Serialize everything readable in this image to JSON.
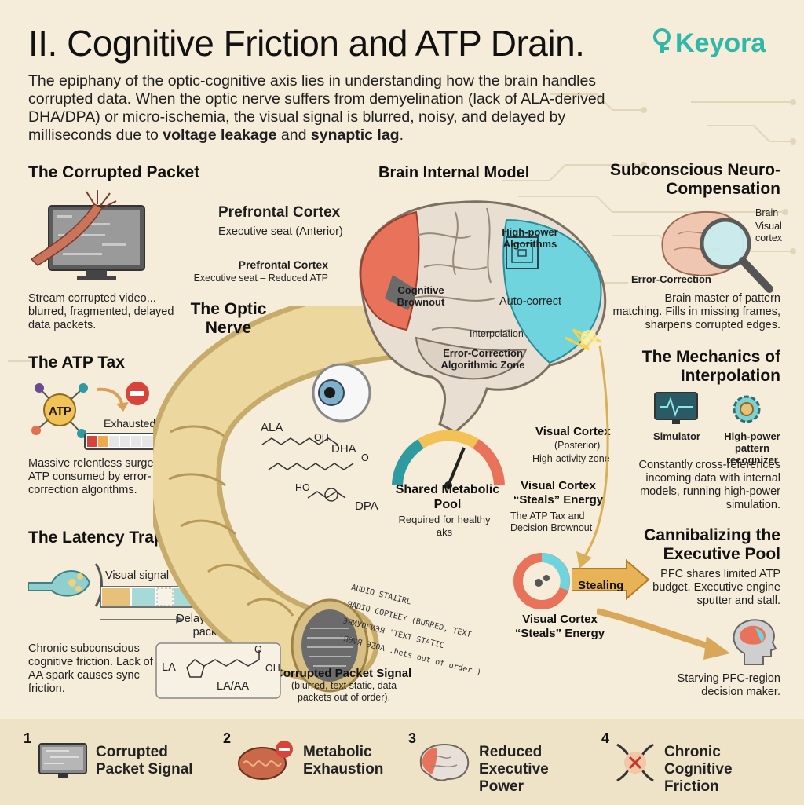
{
  "header": {
    "title": "II. Cognitive Friction and ATP Drain.",
    "logo": "Keyora",
    "intro_part1": "The epiphany of the optic-cognitive axis lies in understanding how the brain handles corrupted data. When the optic nerve suffers from demyelination (lack of ALA-derived DHA/DPA) or micro-ischemia, the visual signal is blurred, noisy, and delayed by milliseconds due to ",
    "intro_bold1": "voltage leakage",
    "intro_and": " and ",
    "intro_bold2": "synaptic lag",
    "intro_end": "."
  },
  "left": {
    "packet": {
      "title": "The Corrupted Packet",
      "text": "Stream corrupted video... blurred, fragmented, delayed data packets."
    },
    "atp": {
      "title": "The ATP Tax",
      "atp_label": "ATP",
      "battery_label": "Exhausted",
      "text": "Massive relentless surge of ATP consumed by error-correction algorithms."
    },
    "latency": {
      "title": "The Latency Trap",
      "signal_label": "Visual signal",
      "delayed_label": "Delayed data packet",
      "text": "Chronic subconscious cognitive friction. Lack of LA-AA spark causes sync friction."
    }
  },
  "center": {
    "brain_title": "Brain Internal Model",
    "pfc1_title": "Prefrontal Cortex",
    "pfc1_sub": "Executive seat (Anterior)",
    "pfc2_title": "Prefrontal Cortex",
    "pfc2_sub": "Executive seat – Reduced ATP",
    "brownout": "Cognitive Brownout",
    "algorithms": "High-power Algorithms",
    "autocorrect": "Auto-correct",
    "interpolation": "Interpolation",
    "ec_zone": "Error-Correction Algorithmic Zone",
    "optic_nerve": "The Optic Nerve",
    "ala": "ALA",
    "dha": "DHA",
    "dpa": "DPA",
    "oh1": "OH",
    "oh2": "O",
    "ho": "HO",
    "vc_title": "Visual Cortex",
    "vc_sub1": "(Posterior)",
    "vc_sub2": "High-activity zone",
    "pool_title": "Shared Metabolic Pool",
    "pool_sub": "Required for healthy aks",
    "steals_title": "Visual Cortex “Steals” Energy",
    "steals_sub": "The ATP Tax and Decision Brownout",
    "code_lines": [
      "ЯADIO COPIEEY (BURRED, TEXT",
      "ЭЯИУОГИЭЯ 'TEXT STATIC",
      "'ЯӨVЯ ЭZ0A  .hets out of order )",
      "AUDIO STAIIRL"
    ],
    "cps_title": "Corrupted Packet Signal",
    "cps_sub": "(blurred, text static, data packets out of order).",
    "la": "LA",
    "laaa": "LA/AA",
    "oh3": "OH",
    "o3": "O",
    "donut_label": "Visual Cortex “Steals” Energy",
    "stealing": "Stealing"
  },
  "right": {
    "sub_title": "Subconscious Neuro-Compensation",
    "brain_label": "Brain",
    "visual_cortex_label": "Visual cortex",
    "ec_label": "Error-Correction",
    "sub_text": "Brain master of pattern matching. Fills in missing frames, sharpens corrupted edges.",
    "mech_title": "The Mechanics of Interpolation",
    "simulator": "Simulator",
    "recognizer": "High-power pattern recognizer",
    "mech_text": "Constantly cross-references incoming data with internal models, running high-power simulation.",
    "cannibal_title": "Cannibalizing the Executive Pool",
    "cannibal_text": "PFC shares limited ATP budget. Executive engine sputter and stall.",
    "starving": "Starving PFC-region decision maker."
  },
  "footer": {
    "items": [
      {
        "num": "1",
        "label": "Corrupted Packet Signal"
      },
      {
        "num": "2",
        "label": "Metabolic Exhaustion"
      },
      {
        "num": "3",
        "label": "Reduced Executive Power"
      },
      {
        "num": "4",
        "label": "Chronic Cognitive Friction"
      }
    ]
  },
  "colors": {
    "accent_teal": "#2fb7a8",
    "pfc_red": "#e8735a",
    "cortex_cyan": "#6fd4dd",
    "nerve_gold": "#e7cf8e",
    "background": "#f5ecd9"
  }
}
